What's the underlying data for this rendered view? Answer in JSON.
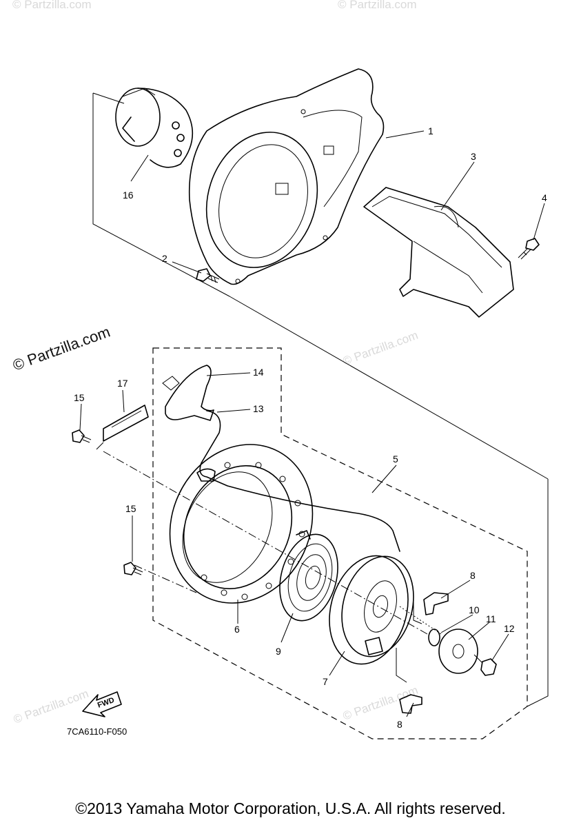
{
  "diagram": {
    "watermarks": [
      "© Partzilla.com"
    ],
    "main_watermark": "© Partzilla.com",
    "figure_code": "7CA6110-F050",
    "fwd_label": "FWD",
    "callouts": {
      "c1": "1",
      "c2": "2",
      "c3": "3",
      "c4": "4",
      "c5": "5",
      "c6": "6",
      "c7": "7",
      "c8a": "8",
      "c8b": "8",
      "c9": "9",
      "c10": "10",
      "c11": "11",
      "c12": "12",
      "c13": "13",
      "c14": "14",
      "c15a": "15",
      "c15b": "15",
      "c16": "16",
      "c17": "17"
    }
  },
  "footer": {
    "copyright": "©2013 Yamaha Motor Corporation, U.S.A. All rights reserved."
  }
}
